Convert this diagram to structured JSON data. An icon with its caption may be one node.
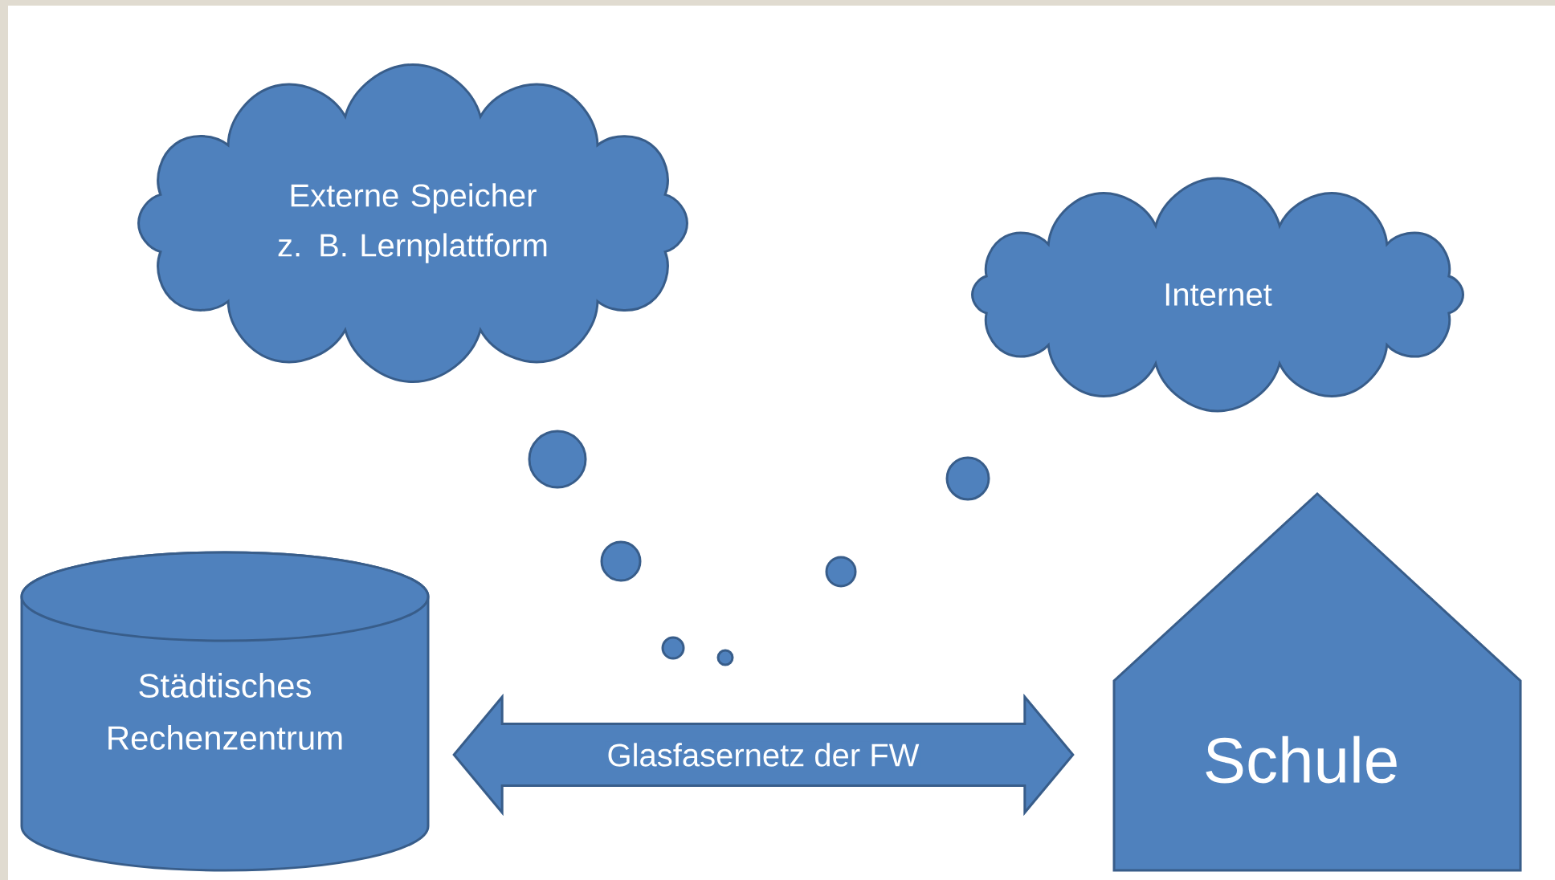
{
  "diagram": {
    "nodes": [
      {
        "text": [
          "Externe Speicher z. B. Lernplattform"
        ]
      },
      {
        "text": [
          "Internet"
        ]
      },
      {
        "text": [
          "Städtisches Rechenzentrum"
        ]
      },
      {
        "text": [
          "Schule"
        ]
      }
    ],
    "edges": [
      {
        "from": 2,
        "to": 3,
        "arrow": "both",
        "label": "Glasfasernetz der FW"
      }
    ]
  }
}
